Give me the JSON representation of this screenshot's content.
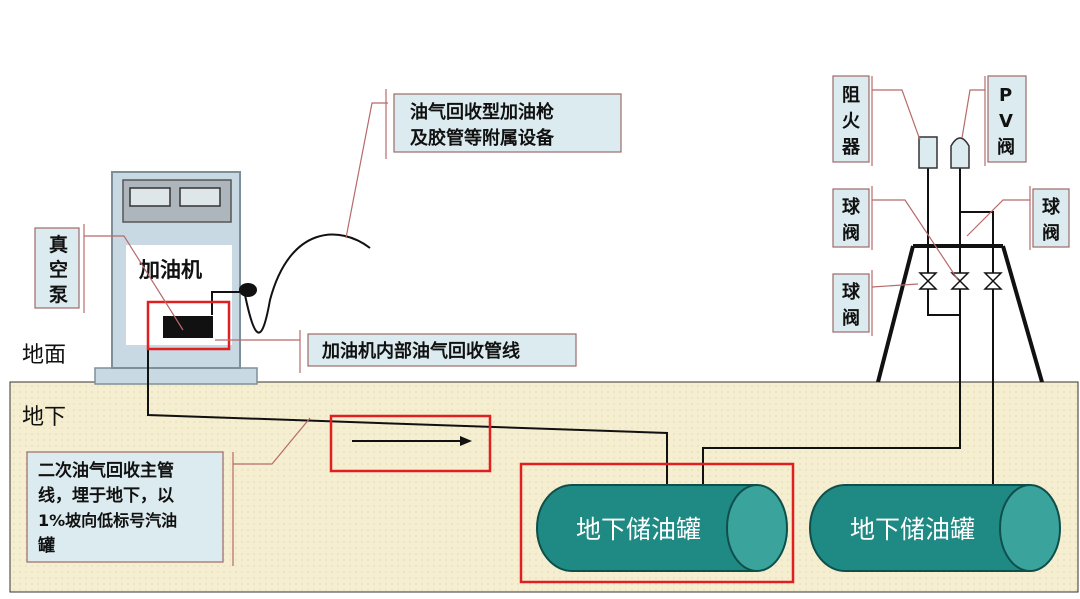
{
  "ground": {
    "surface_label": "地面",
    "underground_label": "地下"
  },
  "dispenser": {
    "name": "加油机"
  },
  "callouts": {
    "vacuum_pump": [
      "真",
      "空",
      "泵"
    ],
    "nozzle": [
      "油气回收型加油枪",
      "及胶管等附属设备"
    ],
    "internal_pipe": "加油机内部油气回收管线",
    "main_pipe": [
      "二次油气回收主管",
      "线，埋于地下，以",
      "1%坡向低标号汽油",
      "罐"
    ],
    "flame_arrester": [
      "阻",
      "火",
      "器"
    ],
    "pv_valve": [
      "P",
      "V",
      "阀"
    ],
    "ball_valve_upper_left": [
      "球",
      "阀"
    ],
    "ball_valve_right": [
      "球",
      "阀"
    ],
    "ball_valve_lower_left": [
      "球",
      "阀"
    ]
  },
  "tanks": {
    "left": "地下储油罐",
    "right": "地下储油罐"
  },
  "colors": {
    "ground_fill": "#f5eed0",
    "tank_fill": "#1f8a84",
    "callout_box": "#dcebef",
    "highlight": "#e02020",
    "leader": "#b86a6a"
  }
}
